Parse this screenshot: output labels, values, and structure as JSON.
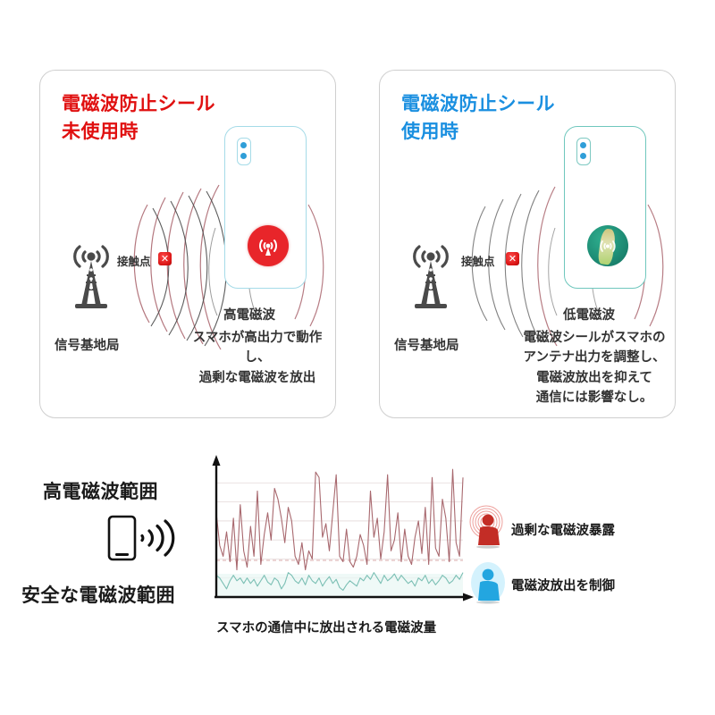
{
  "panels": [
    {
      "id": "no-sticker",
      "title": "電磁波防止シール\n未使用時",
      "title_color": "#e01010",
      "contact_point_label": "接触点",
      "contact_mark": "✕",
      "station_label": "信号基地局",
      "emission_title": "高電磁波",
      "description": "スマホが高出力で動作し、\n過剰な電磁波を放出",
      "emitter_color": "#e8252a",
      "phone_outline_color": "#a5dbe8",
      "wave_color": "#b07078",
      "icons": {
        "tower": "cell-tower-icon",
        "phone": "smartphone-icon",
        "emitter": "signal-emitter-icon",
        "contact": "contact-x-icon"
      }
    },
    {
      "id": "with-sticker",
      "title": "電磁波防止シール\n使用時",
      "title_color": "#1a8fe0",
      "contact_point_label": "接触点",
      "contact_mark": "✕",
      "station_label": "信号基地局",
      "emission_title": "低電磁波",
      "description": "電磁波シールがスマホの\nアンテナ出力を調整し、\n電磁波放出を抑えて\n通信には影響なし。",
      "emitter_color": "#1f8f77",
      "phone_outline_color": "#6fc7bd",
      "wave_color": "#8a8a8a",
      "icons": {
        "tower": "cell-tower-icon",
        "phone": "smartphone-icon",
        "emitter": "shield-sticker-icon",
        "contact": "contact-x-icon"
      }
    }
  ],
  "chart_section": {
    "high_range_label": "高電磁波範囲",
    "safe_range_label": "安全な電磁波範囲",
    "phone_icon_name": "smartphone-signal-icon",
    "axis_caption": "スマホの通信中に放出される電磁波量",
    "legend": [
      {
        "label": "過剰な電磁波暴露",
        "color": "#cf2b25",
        "icon": "person-red-exposed-icon"
      },
      {
        "label": "電磁波放出を制御",
        "color": "#23a6e0",
        "icon": "person-blue-protected-icon"
      }
    ]
  },
  "chart_data": {
    "type": "line",
    "title": "",
    "xlabel": "スマホの通信中に放出される電磁波量",
    "ylabel": "",
    "xlim": [
      0,
      100
    ],
    "ylim": [
      0,
      100
    ],
    "grid": true,
    "gridlines_y": [
      14,
      28,
      42,
      56,
      70,
      84
    ],
    "reference_line": {
      "y": 27,
      "style": "dashed",
      "color": "#d8a8a8"
    },
    "legend_position": "right",
    "series": [
      {
        "name": "高電磁波範囲",
        "color": "#a8686e",
        "values": [
          62,
          38,
          30,
          48,
          26,
          58,
          20,
          68,
          34,
          22,
          52,
          30,
          78,
          24,
          46,
          62,
          42,
          80,
          72,
          58,
          40,
          66,
          56,
          30,
          24,
          40,
          20,
          34,
          28,
          92,
          88,
          44,
          54,
          34,
          62,
          90,
          30,
          26,
          50,
          26,
          22,
          30,
          46,
          38,
          24,
          78,
          44,
          58,
          28,
          48,
          90,
          34,
          42,
          62,
          26,
          50,
          30,
          24,
          44,
          56,
          32,
          66,
          24,
          88,
          36,
          30,
          72,
          58,
          26,
          94,
          40,
          30,
          88
        ]
      },
      {
        "name": "安全な電磁波範囲",
        "color": "#7bbfb4",
        "values": [
          16,
          14,
          10,
          6,
          12,
          16,
          12,
          14,
          10,
          14,
          10,
          13,
          8,
          12,
          16,
          11,
          9,
          14,
          12,
          6,
          10,
          18,
          16,
          12,
          10,
          14,
          9,
          16,
          12,
          10,
          14,
          8,
          12,
          15,
          10,
          13,
          7,
          5,
          9,
          12,
          10,
          8,
          14,
          12,
          16,
          13,
          18,
          14,
          10,
          16,
          12,
          14,
          17,
          12,
          16,
          13,
          10,
          12,
          8,
          14,
          12,
          16,
          10,
          13,
          9,
          12,
          16,
          14,
          10,
          12,
          16,
          13,
          18
        ]
      }
    ]
  }
}
